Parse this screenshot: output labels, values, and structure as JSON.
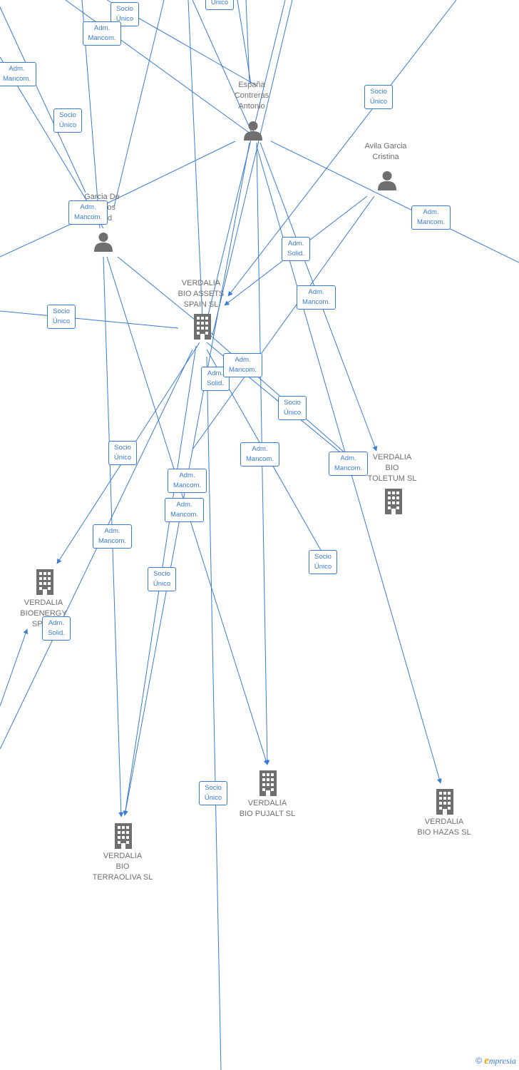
{
  "nodes": {
    "espana": {
      "name_lines": [
        "España",
        "Contreras",
        "Antonio"
      ]
    },
    "avila": {
      "name_lines": [
        "Avila Garcia",
        "Cristina"
      ]
    },
    "garcia": {
      "name_lines": [
        "Garcia De",
        "Castros",
        "David"
      ]
    },
    "assets": {
      "name_lines": [
        "VERDALIA",
        "BIO ASSETS",
        "SPAIN  SL"
      ]
    },
    "toletum": {
      "name_lines": [
        "VERDALIA",
        "BIO",
        "TOLETUM  SL"
      ]
    },
    "bioenergy": {
      "name_lines": [
        "VERDALIA",
        "BIOENERGY",
        "SPAIN"
      ]
    },
    "pujalt": {
      "name_lines": [
        "VERDALIA",
        "BIO PUJALT  SL"
      ]
    },
    "hazas": {
      "name_lines": [
        "VERDALIA",
        "BIO HAZAS  SL"
      ]
    },
    "terraoliva": {
      "name_lines": [
        "VERDALIA",
        "BIO",
        "TERRAOLIVA  SL"
      ]
    }
  },
  "relations": [
    {
      "id": "r1",
      "lines": [
        "Socio",
        "Único"
      ]
    },
    {
      "id": "r2",
      "lines": [
        "Único"
      ]
    },
    {
      "id": "r3",
      "lines": [
        "Adm.",
        "Mancom."
      ]
    },
    {
      "id": "r4",
      "lines": [
        "Adm.",
        "Mancom."
      ]
    },
    {
      "id": "r5",
      "lines": [
        "Socio",
        "Único"
      ]
    },
    {
      "id": "r6",
      "lines": [
        "Socio",
        "Único"
      ]
    },
    {
      "id": "r7",
      "lines": [
        "Adm.",
        "Mancom."
      ]
    },
    {
      "id": "r8",
      "lines": [
        "Adm.",
        "Mancom."
      ]
    },
    {
      "id": "r9",
      "lines": [
        "Adm.",
        "Solid."
      ]
    },
    {
      "id": "r10",
      "lines": [
        "Adm.",
        "Mancom."
      ]
    },
    {
      "id": "r11",
      "lines": [
        "Socio",
        "Único"
      ]
    },
    {
      "id": "r12",
      "lines": [
        "Adm.",
        "Solid."
      ]
    },
    {
      "id": "r13",
      "lines": [
        "Adm.",
        "Mancom."
      ]
    },
    {
      "id": "r14",
      "lines": [
        "Socio",
        "Único"
      ]
    },
    {
      "id": "r15",
      "lines": [
        "Socio",
        "Único"
      ]
    },
    {
      "id": "r16",
      "lines": [
        "Adm.",
        "Mancom."
      ]
    },
    {
      "id": "r17",
      "lines": [
        "Adm.",
        "Mancom."
      ]
    },
    {
      "id": "r18",
      "lines": [
        "Adm.",
        "Mancom."
      ]
    },
    {
      "id": "r19",
      "lines": [
        "Adm.",
        "Mancom."
      ]
    },
    {
      "id": "r20",
      "lines": [
        "Adm.",
        "Mancom."
      ]
    },
    {
      "id": "r21",
      "lines": [
        "Socio",
        "Único"
      ]
    },
    {
      "id": "r22",
      "lines": [
        "Socio",
        "Único"
      ]
    },
    {
      "id": "r23",
      "lines": [
        "Adm.",
        "Solid."
      ]
    },
    {
      "id": "r24",
      "lines": [
        "Socio",
        "Único"
      ]
    }
  ],
  "footer": {
    "copyright": "©",
    "brand_e": "e",
    "brand_rest": "mpresia"
  },
  "colors": {
    "edge": "#3a7bd5",
    "icon": "#6f6f6f",
    "label": "#6f6f6f"
  }
}
